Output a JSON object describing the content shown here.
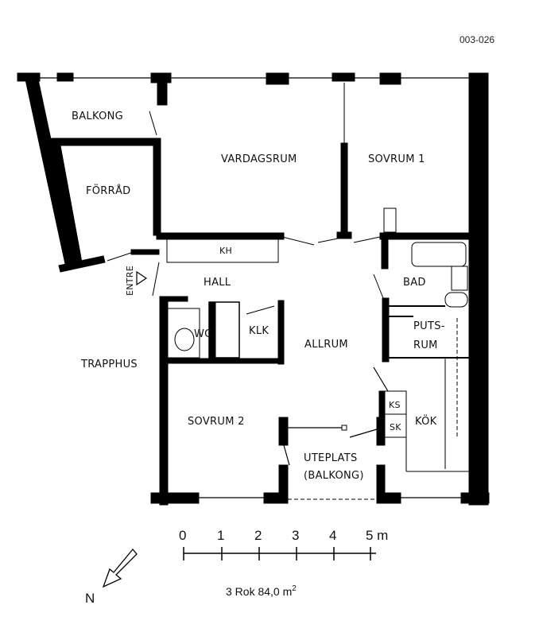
{
  "drawing_ref": "003-026",
  "rooms": {
    "balkong": "BALKONG",
    "forrad": "FÖRRÅD",
    "vardagsrum": "VARDAGSRUM",
    "sovrum1": "SOVRUM 1",
    "kh": "KH",
    "entre": "ENTRE",
    "hall": "HALL",
    "bad": "BAD",
    "wc": "WC",
    "klk": "KLK",
    "puts": "PUTS-",
    "rum": "RUM",
    "trapphus": "TRAPPHUS",
    "allrum": "ALLRUM",
    "ks": "KS",
    "sk": "SK",
    "kok": "KÖK",
    "sovrum2": "SOVRUM 2",
    "uteplats": "UTEPLATS",
    "uteplats_sub": "(BALKONG)"
  },
  "scale_bar": {
    "ticks": [
      "0",
      "1",
      "2",
      "3",
      "4",
      "5 m"
    ]
  },
  "north_label": "N",
  "summary": {
    "text": "3 Rok 84,0 m",
    "sup": "2"
  }
}
